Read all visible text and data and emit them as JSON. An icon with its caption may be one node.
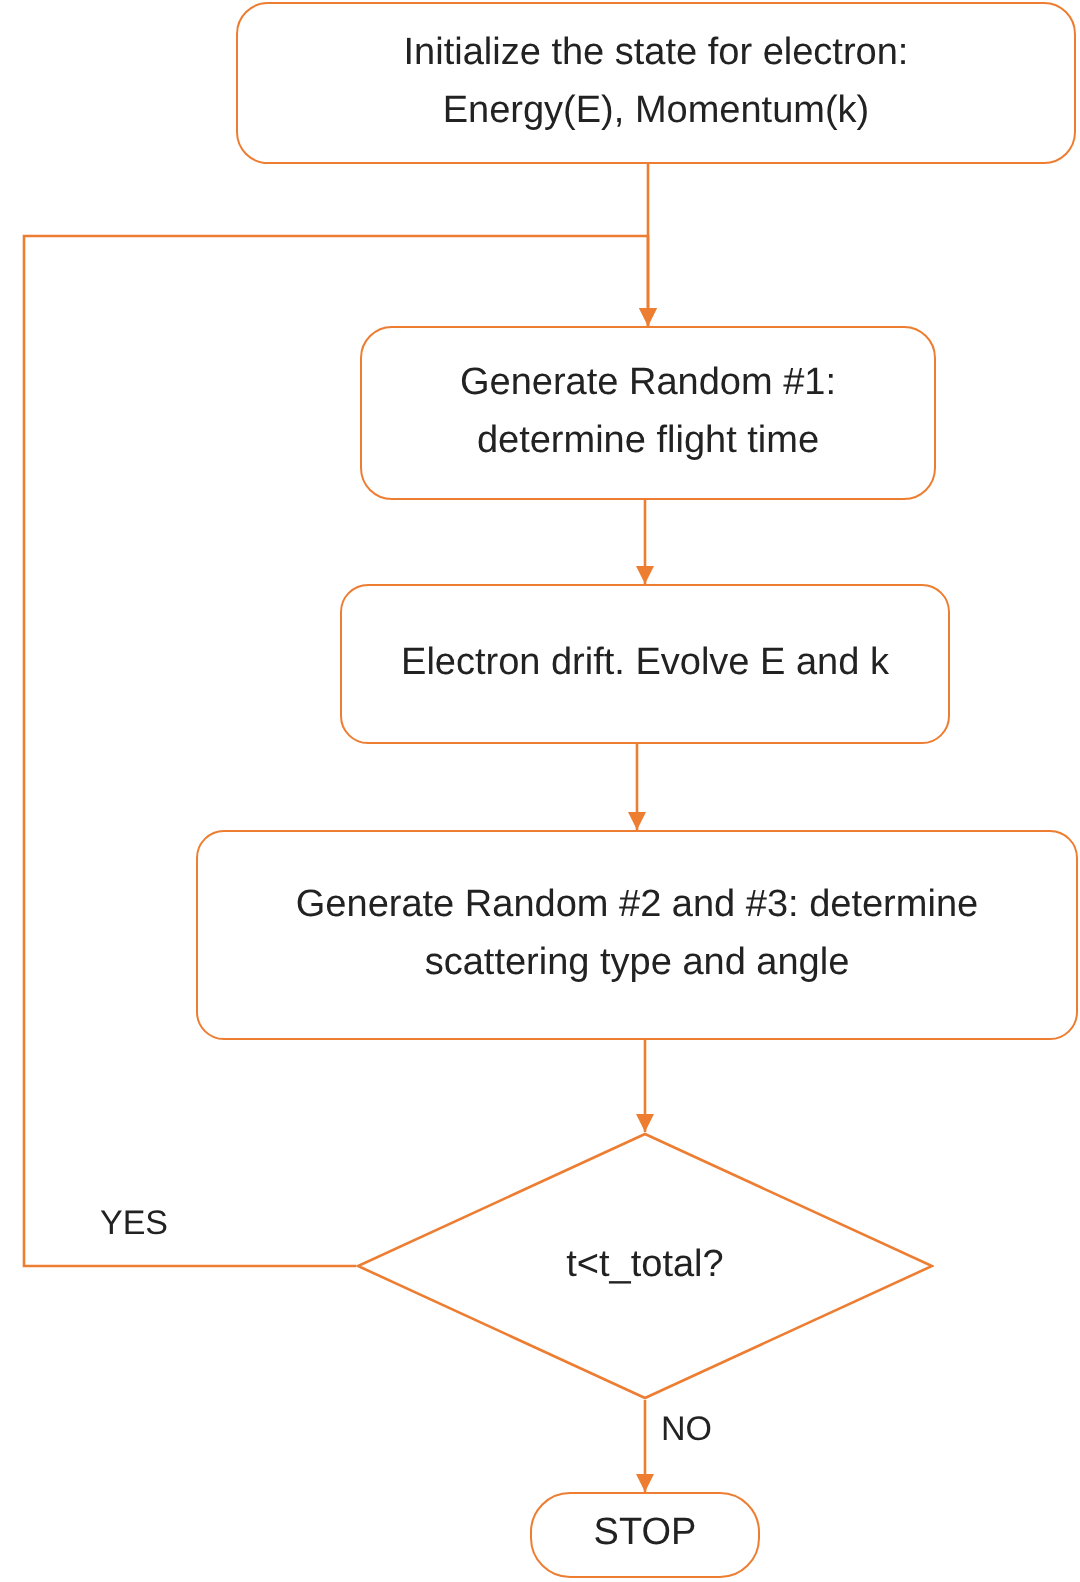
{
  "diagram": {
    "nodes": [
      {
        "text": [
          "Initialize the state for electron: Energy(E), Momentum(k)"
        ]
      },
      {
        "text": [
          "Generate Random #1: determine flight time"
        ]
      },
      {
        "text": [
          "Electron drift. Evolve E and k"
        ]
      },
      {
        "text": [
          "Generate Random #2 and #3: determine scattering type and angle"
        ]
      },
      {
        "text": [
          "t<t_total?"
        ]
      },
      {
        "text": [
          "STOP"
        ]
      }
    ],
    "edges": [
      {
        "from": 0,
        "to": 1,
        "arrow": "to"
      },
      {
        "from": 1,
        "to": 2,
        "arrow": "to"
      },
      {
        "from": 2,
        "to": 3,
        "arrow": "to"
      },
      {
        "from": 3,
        "to": 4,
        "arrow": "to"
      },
      {
        "from": 4,
        "to": 1,
        "arrow": "to",
        "label": "YES"
      },
      {
        "from": 4,
        "to": 5,
        "arrow": "to",
        "label": "NO"
      }
    ]
  }
}
